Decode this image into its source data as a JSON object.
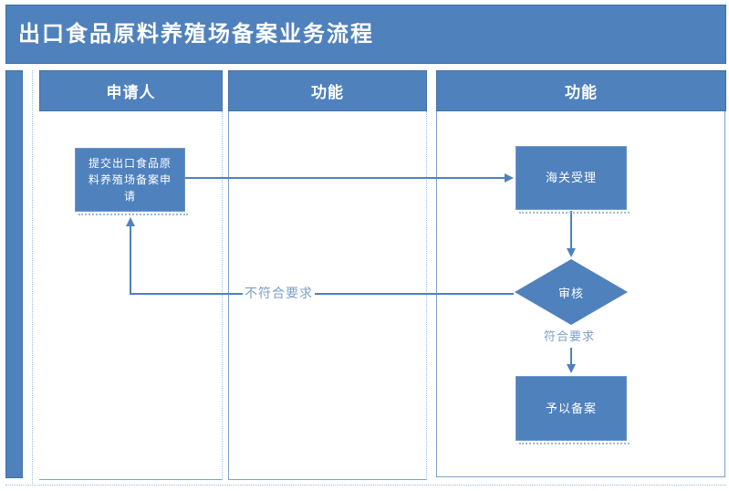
{
  "title": "出口食品原料养殖场备案业务流程",
  "lanes": [
    {
      "label": "申请人"
    },
    {
      "label": "功能"
    },
    {
      "label": "功能"
    }
  ],
  "nodes": {
    "submit": {
      "label": "提交出口食品原料养殖场备案申请",
      "shape": "process"
    },
    "accept": {
      "label": "海关受理",
      "shape": "process"
    },
    "review": {
      "label": "审核",
      "shape": "decision"
    },
    "register": {
      "label": "予以备案",
      "shape": "process"
    }
  },
  "edge_labels": {
    "pass": "符合要求",
    "fail": "不符合要求"
  },
  "colors": {
    "shape_fill": "#4f81bd",
    "connector": "#4f81bd",
    "edge_label_text": "#7c9fc7",
    "header_text": "#ffffff"
  }
}
